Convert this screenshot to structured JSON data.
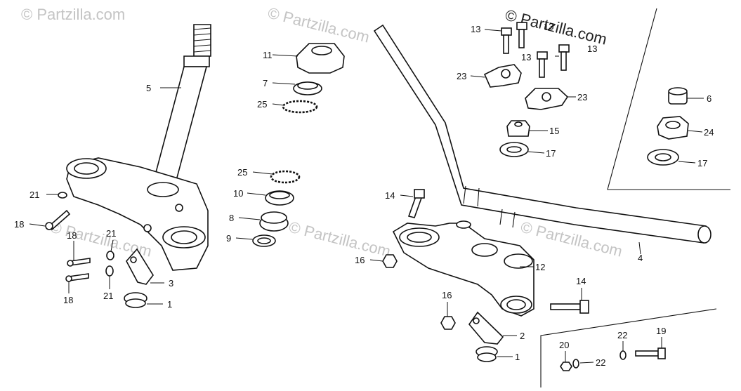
{
  "watermarks": [
    "© Partzilla.com",
    "© Partzilla.com",
    "© Partzilla.com",
    "© Partzilla.com",
    "© Partzilla.com",
    "© Partzilla.com"
  ],
  "callouts": [
    {
      "id": "lbl-5",
      "text": "5"
    },
    {
      "id": "lbl-21a",
      "text": "21"
    },
    {
      "id": "lbl-18a",
      "text": "18"
    },
    {
      "id": "lbl-18b",
      "text": "18"
    },
    {
      "id": "lbl-21b",
      "text": "21"
    },
    {
      "id": "lbl-18c",
      "text": "18"
    },
    {
      "id": "lbl-21c",
      "text": "21"
    },
    {
      "id": "lbl-3",
      "text": "3"
    },
    {
      "id": "lbl-1a",
      "text": "1"
    },
    {
      "id": "lbl-11",
      "text": "11"
    },
    {
      "id": "lbl-7",
      "text": "7"
    },
    {
      "id": "lbl-25a",
      "text": "25"
    },
    {
      "id": "lbl-25b",
      "text": "25"
    },
    {
      "id": "lbl-10",
      "text": "10"
    },
    {
      "id": "lbl-8",
      "text": "8"
    },
    {
      "id": "lbl-9",
      "text": "9"
    },
    {
      "id": "lbl-13a",
      "text": "13"
    },
    {
      "id": "lbl-13b",
      "text": "13"
    },
    {
      "id": "lbl-13c",
      "text": "13"
    },
    {
      "id": "lbl-13d",
      "text": "13"
    },
    {
      "id": "lbl-23a",
      "text": "23"
    },
    {
      "id": "lbl-23b",
      "text": "23"
    },
    {
      "id": "lbl-15",
      "text": "15"
    },
    {
      "id": "lbl-17a",
      "text": "17"
    },
    {
      "id": "lbl-6",
      "text": "6"
    },
    {
      "id": "lbl-24",
      "text": "24"
    },
    {
      "id": "lbl-17b",
      "text": "17"
    },
    {
      "id": "lbl-14a",
      "text": "14"
    },
    {
      "id": "lbl-16a",
      "text": "16"
    },
    {
      "id": "lbl-12",
      "text": "12"
    },
    {
      "id": "lbl-4",
      "text": "4"
    },
    {
      "id": "lbl-14b",
      "text": "14"
    },
    {
      "id": "lbl-16b",
      "text": "16"
    },
    {
      "id": "lbl-2",
      "text": "2"
    },
    {
      "id": "lbl-1b",
      "text": "1"
    },
    {
      "id": "lbl-19",
      "text": "19"
    },
    {
      "id": "lbl-20",
      "text": "20"
    },
    {
      "id": "lbl-22a",
      "text": "22"
    },
    {
      "id": "lbl-22b",
      "text": "22"
    }
  ]
}
